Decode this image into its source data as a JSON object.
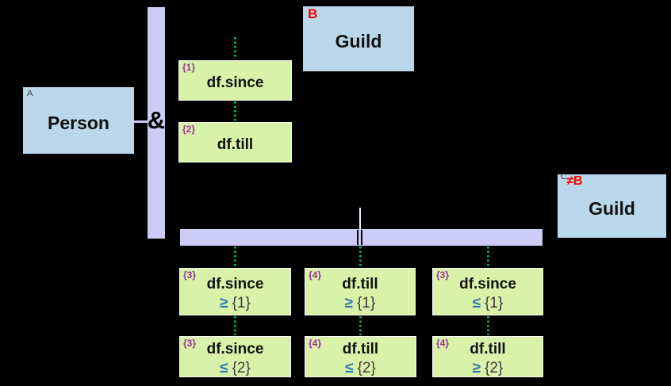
{
  "colors": {
    "bg": "#000000",
    "entity_fill": "#bbd8eb",
    "attr_fill": "#d9f2a9",
    "attr_border": "#f7f7ef",
    "bar_fill": "#cdccf7",
    "edge_green": "#00b050",
    "tag_purple": "#993399",
    "op_blue": "#2e75b6",
    "red": "#ff0000",
    "dark_text": "#111111",
    "muted_dark": "#3d3d3d",
    "white_line": "#eeeeff"
  },
  "nodes": {
    "person": {
      "tag": "A",
      "label": "Person"
    },
    "guild_b": {
      "tag": "B",
      "label": "Guild"
    },
    "guild_c": {
      "tag_sup": "C",
      "tag": "≠B",
      "label": "Guild"
    }
  },
  "operators": {
    "and": "&",
    "parallel": "‖"
  },
  "attributes": [
    {
      "tag": "{1}",
      "label": "df.since"
    },
    {
      "tag": "{2}",
      "label": "df.till"
    }
  ],
  "conditions": {
    "row1": [
      {
        "tag": "{3}",
        "label": "df.since",
        "op": "≥",
        "value": "{1}"
      },
      {
        "tag": "{4}",
        "label": "df.till",
        "op": "≥",
        "value": "{1}"
      },
      {
        "tag": "{3}",
        "label": "df.since",
        "op": "≤",
        "value": "{1}"
      }
    ],
    "row2": [
      {
        "tag": "{3}",
        "label": "df.since",
        "op": "≤",
        "value": "{2}"
      },
      {
        "tag": "{4}",
        "label": "df.till",
        "op": "≤",
        "value": "{2}"
      },
      {
        "tag": "{4}",
        "label": "df.till",
        "op": "≥",
        "value": "{2}"
      }
    ]
  }
}
